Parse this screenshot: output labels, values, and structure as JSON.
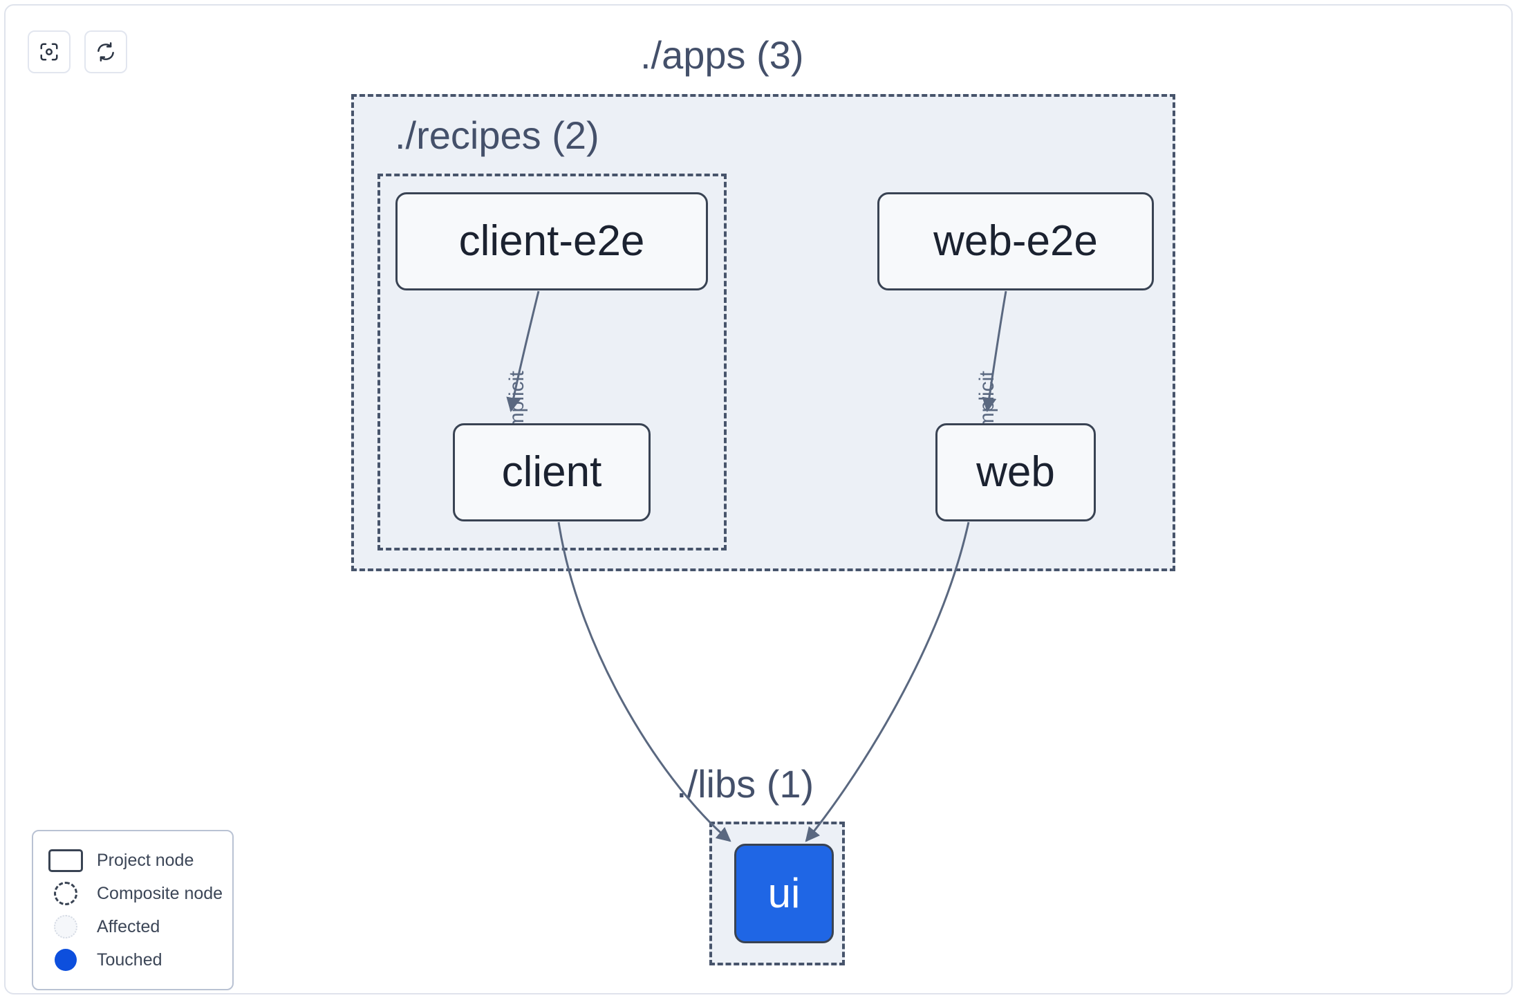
{
  "toolbar": {
    "buttons": [
      {
        "name": "focus-graph-button",
        "icon": "focus-target-icon",
        "label": ""
      },
      {
        "name": "refresh-graph-button",
        "icon": "refresh-icon",
        "label": ""
      }
    ]
  },
  "graph": {
    "composites": [
      {
        "id": "apps",
        "label": "./apps (3)",
        "count": 3
      },
      {
        "id": "recipes",
        "label": "./recipes (2)",
        "count": 2
      },
      {
        "id": "libs",
        "label": "./libs (1)",
        "count": 1
      }
    ],
    "nodes": [
      {
        "id": "client-e2e",
        "label": "client-e2e",
        "state": "normal",
        "parent": "recipes"
      },
      {
        "id": "web-e2e",
        "label": "web-e2e",
        "state": "normal",
        "parent": "apps"
      },
      {
        "id": "client",
        "label": "client",
        "state": "normal",
        "parent": "recipes"
      },
      {
        "id": "web",
        "label": "web",
        "state": "normal",
        "parent": "apps"
      },
      {
        "id": "ui",
        "label": "ui",
        "state": "touched",
        "parent": "libs"
      }
    ],
    "edges": [
      {
        "from": "client-e2e",
        "to": "client",
        "label": "implicit"
      },
      {
        "from": "web-e2e",
        "to": "web",
        "label": "implicit"
      },
      {
        "from": "client",
        "to": "ui",
        "label": ""
      },
      {
        "from": "web",
        "to": "ui",
        "label": ""
      }
    ]
  },
  "legend": {
    "items": [
      {
        "swatch": "project-node-swatch",
        "label": "Project node"
      },
      {
        "swatch": "composite-node-swatch",
        "label": "Composite node"
      },
      {
        "swatch": "affected-swatch",
        "label": "Affected"
      },
      {
        "swatch": "touched-swatch",
        "label": "Touched"
      }
    ]
  },
  "colors": {
    "touched": "#0d4fdd",
    "node_touched_fill": "#1f66e5",
    "composite_fill": "#ecf0f6",
    "composite_border": "#47546b",
    "node_border": "#394353",
    "edge": "#5a6880",
    "panel_border": "#dfe3ec"
  }
}
